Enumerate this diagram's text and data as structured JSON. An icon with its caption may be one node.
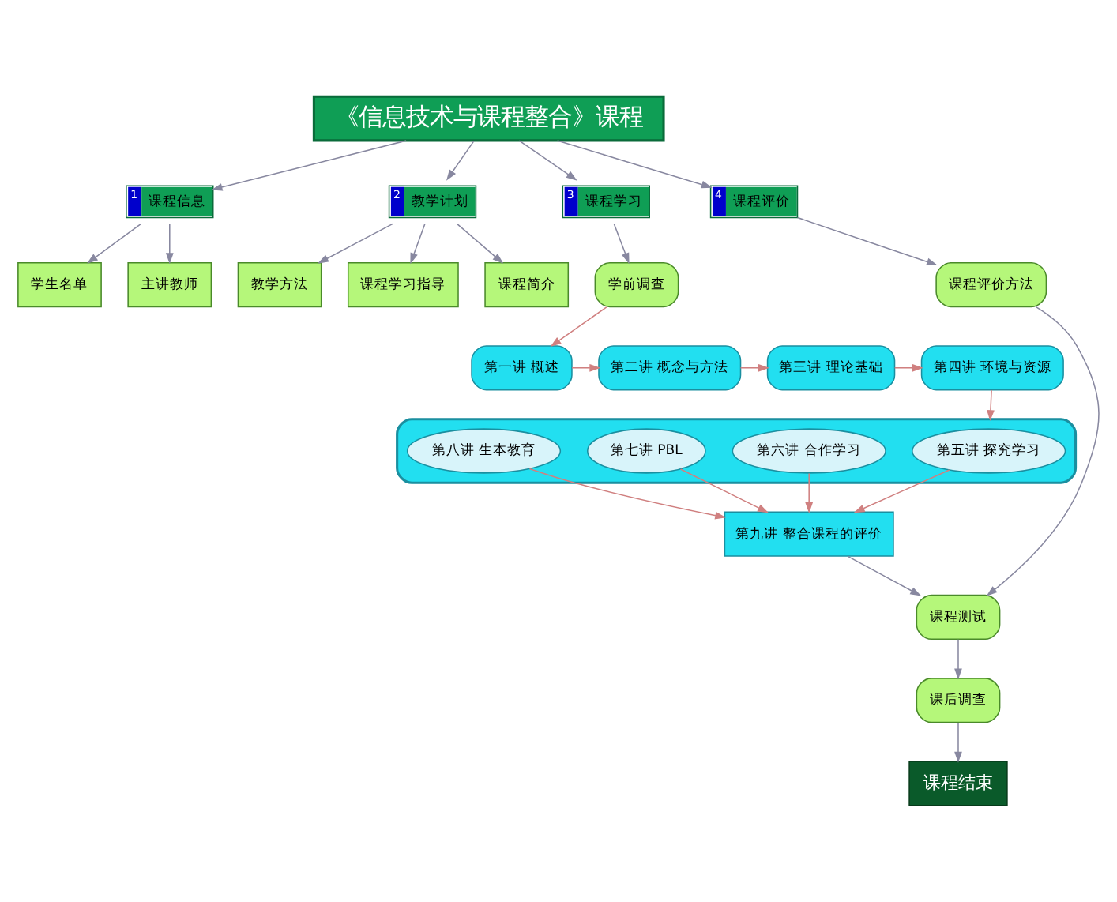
{
  "diagram": {
    "nodes": [
      {
        "text": [
          "《信息技术与课程整合》课程"
        ]
      },
      {
        "text": [
          "1",
          "课程信息"
        ]
      },
      {
        "text": [
          "2",
          "教学计划"
        ]
      },
      {
        "text": [
          "3",
          "课程学习"
        ]
      },
      {
        "text": [
          "4",
          "课程评价"
        ]
      },
      {
        "text": [
          "主讲教师"
        ]
      },
      {
        "text": [
          "学生名单"
        ]
      },
      {
        "text": [
          "课程简介"
        ]
      },
      {
        "text": [
          "教学方法"
        ]
      },
      {
        "text": [
          "课程学习指导"
        ]
      },
      {
        "text": [
          "学前调查"
        ]
      },
      {
        "text": [
          "课程评价方法"
        ]
      },
      {
        "text": [
          "第一讲 概述"
        ]
      },
      {
        "text": [
          "第二讲 概念与方法"
        ]
      },
      {
        "text": [
          "第三讲 理论基础"
        ]
      },
      {
        "text": [
          "第四讲 环境与资源"
        ]
      },
      {
        "text": [],
        "shape": "box"
      },
      {
        "text": [
          "第五讲 探究学习"
        ],
        "in": 16
      },
      {
        "text": [
          "第六讲 合作学习"
        ],
        "in": 16
      },
      {
        "text": [
          "第七讲 PBL"
        ],
        "in": 16
      },
      {
        "text": [
          "第八讲 生本教育"
        ],
        "in": 16
      },
      {
        "text": [
          "第九讲 整合课程的评价"
        ]
      },
      {
        "text": [
          "课程测试"
        ]
      },
      {
        "text": [
          "课后调查"
        ]
      },
      {
        "text": [
          "课程结束"
        ]
      }
    ],
    "edges": [
      {
        "from": 0,
        "to": 1,
        "arrow": "to"
      },
      {
        "from": 0,
        "to": 2,
        "arrow": "to"
      },
      {
        "from": 0,
        "to": 3,
        "arrow": "to"
      },
      {
        "from": 0,
        "to": 4,
        "arrow": "to"
      },
      {
        "from": 1,
        "to": 5,
        "arrow": "to"
      },
      {
        "from": 1,
        "to": 6,
        "arrow": "to"
      },
      {
        "from": 2,
        "to": 7,
        "arrow": "to"
      },
      {
        "from": 2,
        "to": 8,
        "arrow": "to"
      },
      {
        "from": 2,
        "to": 9,
        "arrow": "to"
      },
      {
        "from": 3,
        "to": 10,
        "arrow": "to"
      },
      {
        "from": 4,
        "to": 11,
        "arrow": "to"
      },
      {
        "from": 10,
        "to": 12,
        "arrow": "to",
        "color": "#d08080"
      },
      {
        "from": 12,
        "to": 13,
        "arrow": "to",
        "color": "#d08080"
      },
      {
        "from": 13,
        "to": 14,
        "arrow": "to",
        "color": "#d08080"
      },
      {
        "from": 14,
        "to": 15,
        "arrow": "to",
        "color": "#d08080"
      },
      {
        "from": 15,
        "to": 16,
        "arrow": "to",
        "color": "#d08080"
      },
      {
        "from": 17,
        "to": 21,
        "arrow": "to",
        "color": "#d08080"
      },
      {
        "from": 18,
        "to": 21,
        "arrow": "to",
        "color": "#d08080"
      },
      {
        "from": 19,
        "to": 21,
        "arrow": "to",
        "color": "#d08080"
      },
      {
        "from": 20,
        "to": 21,
        "arrow": "to",
        "color": "#d08080"
      },
      {
        "from": 11,
        "to": 22,
        "arrow": "to"
      },
      {
        "from": 21,
        "to": 22,
        "arrow": "to"
      },
      {
        "from": 22,
        "to": 23,
        "arrow": "to"
      },
      {
        "from": 23,
        "to": 24,
        "arrow": "to"
      }
    ]
  }
}
